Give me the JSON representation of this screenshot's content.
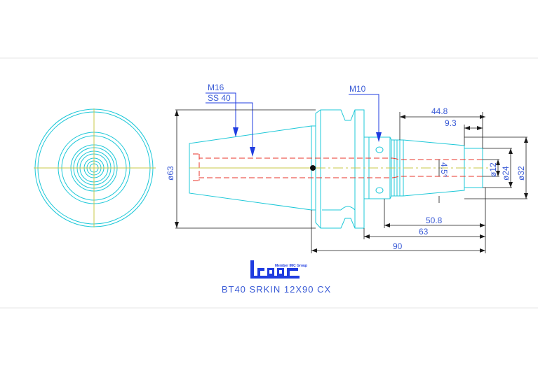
{
  "drawing": {
    "title": "BT40 SRKIN 12X90 CX",
    "logo": {
      "text": "iscar",
      "caption": "Member IMC Group"
    },
    "colors": {
      "background": "#ffffff",
      "outline": "#1ec8d8",
      "hidden_line": "#e8332a",
      "dimension": "#1a1a1a",
      "leader": "#1f3ce0",
      "label_text": "#3a5bd6",
      "center_line": "#c9c94a"
    },
    "callouts": {
      "thread_main": "M16",
      "spec_main": "SS 40",
      "thread_side": "M10"
    },
    "dimensions": {
      "len_44_8": "44.8",
      "len_9_3": "9.3",
      "len_50_8": "50.8",
      "len_63": "63",
      "len_90": "90",
      "dia_63": "ø63",
      "dia_12": "ø12",
      "dia_24": "ø24",
      "dia_32": "ø32",
      "angle_4_5": "4.5°"
    }
  }
}
